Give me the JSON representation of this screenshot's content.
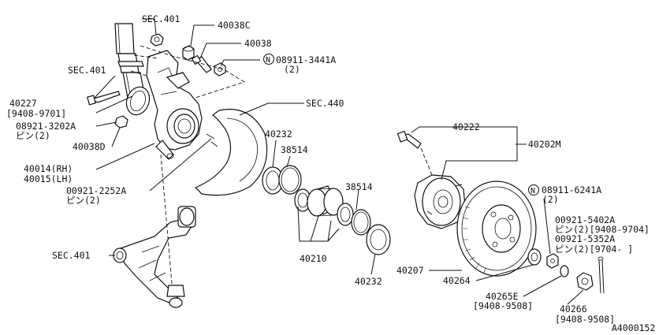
{
  "labels": {
    "sec401_top": "SEC.401",
    "p40038C": "40038C",
    "p40038": "40038",
    "n08911_3441A": "08911-3441A",
    "n08911_3441A_qty": "(2)",
    "sec401_left": "SEC.401",
    "p40227": "40227",
    "p40227_range": "[9408-9701]",
    "p08921_3202A": "08921-3202A",
    "p08921_3202A_pin": "ピン(2)",
    "p40038D": "40038D",
    "p40014": "40014(RH)",
    "p40015": "40015(LH)",
    "p00921_2252A": "00921-2252A",
    "p00921_2252A_pin": "ピン(2)",
    "sec440": "SEC.440",
    "p40232_top": "40232",
    "p38514_a": "38514",
    "p38514_b": "38514",
    "p40210": "40210",
    "p40232_bottom": "40232",
    "sec401_bottom": "SEC.401",
    "p40222": "40222",
    "p40202M": "40202M",
    "n08911_6241A": "08911-6241A",
    "n08911_6241A_qty": "(2)",
    "p00921_5402A": "00921-5402A",
    "p00921_5402A_pin": "ピン(2)[9408-9704]",
    "p00921_5352A": "00921-5352A",
    "p00921_5352A_pin": "ピン(2)[9704-      ]",
    "p40207": "40207",
    "p40264": "40264",
    "p40265E": "40265E",
    "p40265E_range": "[9408-9508]",
    "p40266": "40266",
    "p40266_range": "[9408-9508]",
    "figure_id": "A4000152",
    "n_marker": "N"
  }
}
